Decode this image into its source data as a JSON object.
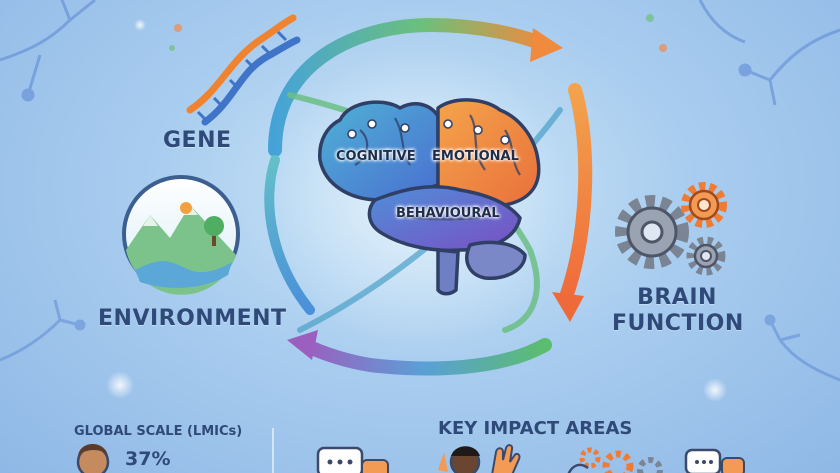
{
  "diagram": {
    "nodes": {
      "gene": "GENE",
      "environment": "ENVIRONMENT",
      "brain_function": "BRAIN\nFUNCTION"
    },
    "brain_regions": {
      "cognitive": "COGNITIVE",
      "emotional": "EMOTIONAL",
      "behavioural": "BEHAVIOURAL"
    }
  },
  "footer": {
    "global_scale": "GLOBAL SCALE (LMICs)",
    "stat": "37%",
    "key_impact": "KEY IMPACT AREAS"
  },
  "colors": {
    "text": "#2f4a78",
    "arrow_green": "#5cb87a",
    "arrow_orange": "#f08a3c",
    "arrow_blue": "#4a90d9",
    "arrow_purple": "#8a62c4",
    "brain_blue": "#4f86d6",
    "brain_orange": "#f2964a",
    "brain_purple": "#6b5ec9",
    "gear_grey": "#7b8493",
    "gear_orange": "#ef7b35"
  },
  "icons": [
    "dna-icon",
    "landscape-icon",
    "brain-icon",
    "gear-icon",
    "chat-icon",
    "person-icon",
    "wave-hand-icon"
  ]
}
